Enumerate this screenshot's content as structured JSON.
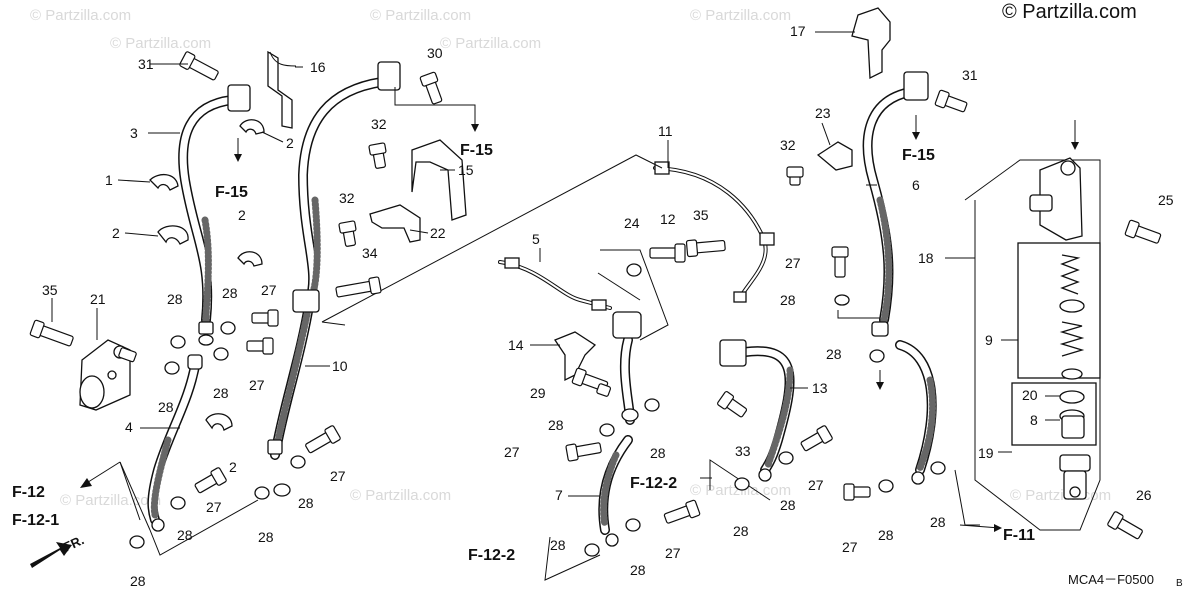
{
  "watermark": {
    "copyright": "© Partzilla.com",
    "tile": "© Partzilla.com"
  },
  "diagram_code": "MCA4－F0500",
  "diagram_code_suffix": "B",
  "front_indicator": "FR.",
  "callouts": [
    "1",
    "2",
    "3",
    "4",
    "5",
    "6",
    "7",
    "8",
    "9",
    "10",
    "11",
    "12",
    "13",
    "14",
    "15",
    "16",
    "17",
    "18",
    "19",
    "20",
    "21",
    "22",
    "23",
    "24",
    "25",
    "26",
    "27",
    "28",
    "29",
    "30",
    "31",
    "32",
    "33",
    "34",
    "35"
  ],
  "refs": {
    "f12": "F-12",
    "f12_1": "F-12-1",
    "f12_2": "F-12-2",
    "f15": "F-15",
    "f11": "F-11"
  }
}
